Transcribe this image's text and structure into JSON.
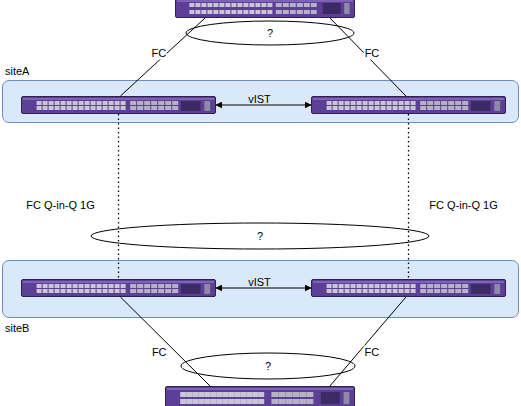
{
  "diagram": {
    "nodes": [
      {
        "text": []
      },
      {
        "text": [
          "?"
        ]
      },
      {
        "text": [
          "siteA"
        ]
      },
      {
        "text": [],
        "in": 2
      },
      {
        "text": [],
        "in": 2
      },
      {
        "text": [
          "?"
        ]
      },
      {
        "text": [
          "siteB"
        ]
      },
      {
        "text": [],
        "in": 6
      },
      {
        "text": [],
        "in": 6
      },
      {
        "text": [
          "?"
        ]
      },
      {
        "text": []
      }
    ],
    "edges": [
      {
        "from": 0,
        "to": 3,
        "label": "FC",
        "arrow": "none"
      },
      {
        "from": 0,
        "to": 4,
        "label": "FC",
        "arrow": "none"
      },
      {
        "from": 3,
        "to": 4,
        "label": "vIST",
        "arrow": "both"
      },
      {
        "from": 3,
        "to": 7,
        "label": "FC Q-in-Q 1G",
        "arrow": "none"
      },
      {
        "from": 4,
        "to": 8,
        "label": "FC Q-in-Q 1G",
        "arrow": "none"
      },
      {
        "from": 7,
        "to": 8,
        "label": "vIST",
        "arrow": "both"
      },
      {
        "from": 7,
        "to": 10,
        "label": "FC",
        "arrow": "none"
      },
      {
        "from": 8,
        "to": 10,
        "label": "FC",
        "arrow": "none"
      }
    ]
  }
}
